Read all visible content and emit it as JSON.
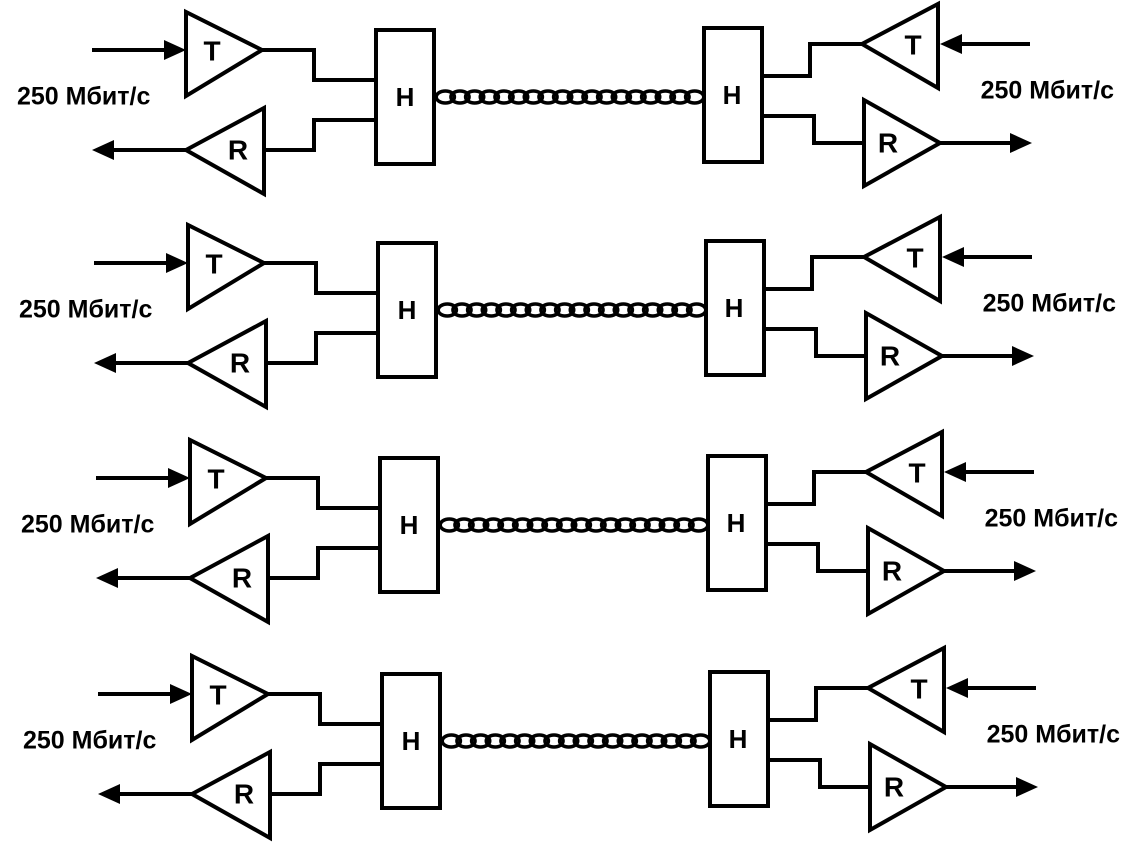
{
  "diagram": {
    "rate_label": "250 Мбит/с",
    "transmitter_label": "T",
    "receiver_label": "R",
    "hybrid_label": "H",
    "channel_count": 4
  }
}
